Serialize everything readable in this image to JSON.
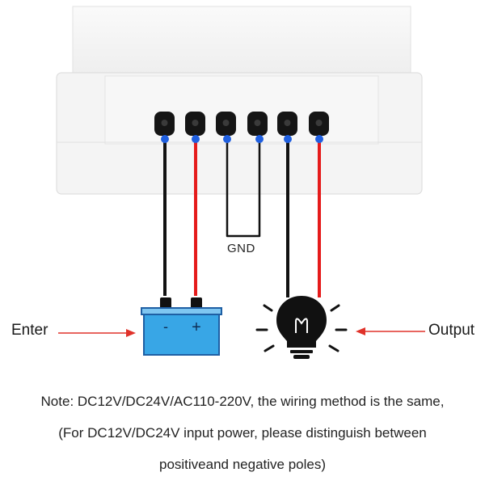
{
  "labels": {
    "gnd": "GND",
    "enter": "Enter",
    "output": "Output",
    "battery_minus": "-",
    "battery_plus": "+"
  },
  "note": {
    "line1": "Note: DC12V/DC24V/AC110-220V, the wiring method is the same,",
    "line2": "(For DC12V/DC24V input power, please distinguish between",
    "line3": "positiveand negative poles)"
  },
  "colors": {
    "wire_black": "#111111",
    "wire_red": "#e51b1b",
    "terminal_dot": "#1f5fe0",
    "battery_fill": "#38a6e6",
    "battery_stroke": "#1e5fa4",
    "arrow_red": "#e0322a",
    "enclosure": "#f3f3f3",
    "enclosure_edge": "#dcdcdc"
  },
  "terminals": [
    "black",
    "red",
    "black",
    "black",
    "black",
    "red"
  ],
  "icons": [
    "battery-icon",
    "light-bulb-icon"
  ]
}
